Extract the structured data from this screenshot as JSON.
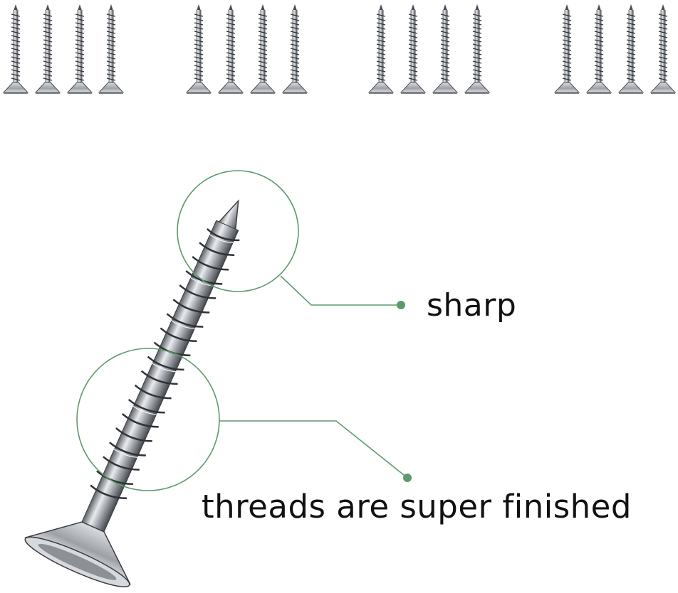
{
  "callouts": {
    "sharp": "sharp",
    "threads": "threads are super finished"
  },
  "screws_row_count": 16,
  "colors": {
    "callout_line": "#5c9a6c",
    "screw_metal": "#b9bcc1",
    "screw_dark": "#3a3d42"
  },
  "icons": {
    "screw": "screw-icon"
  }
}
